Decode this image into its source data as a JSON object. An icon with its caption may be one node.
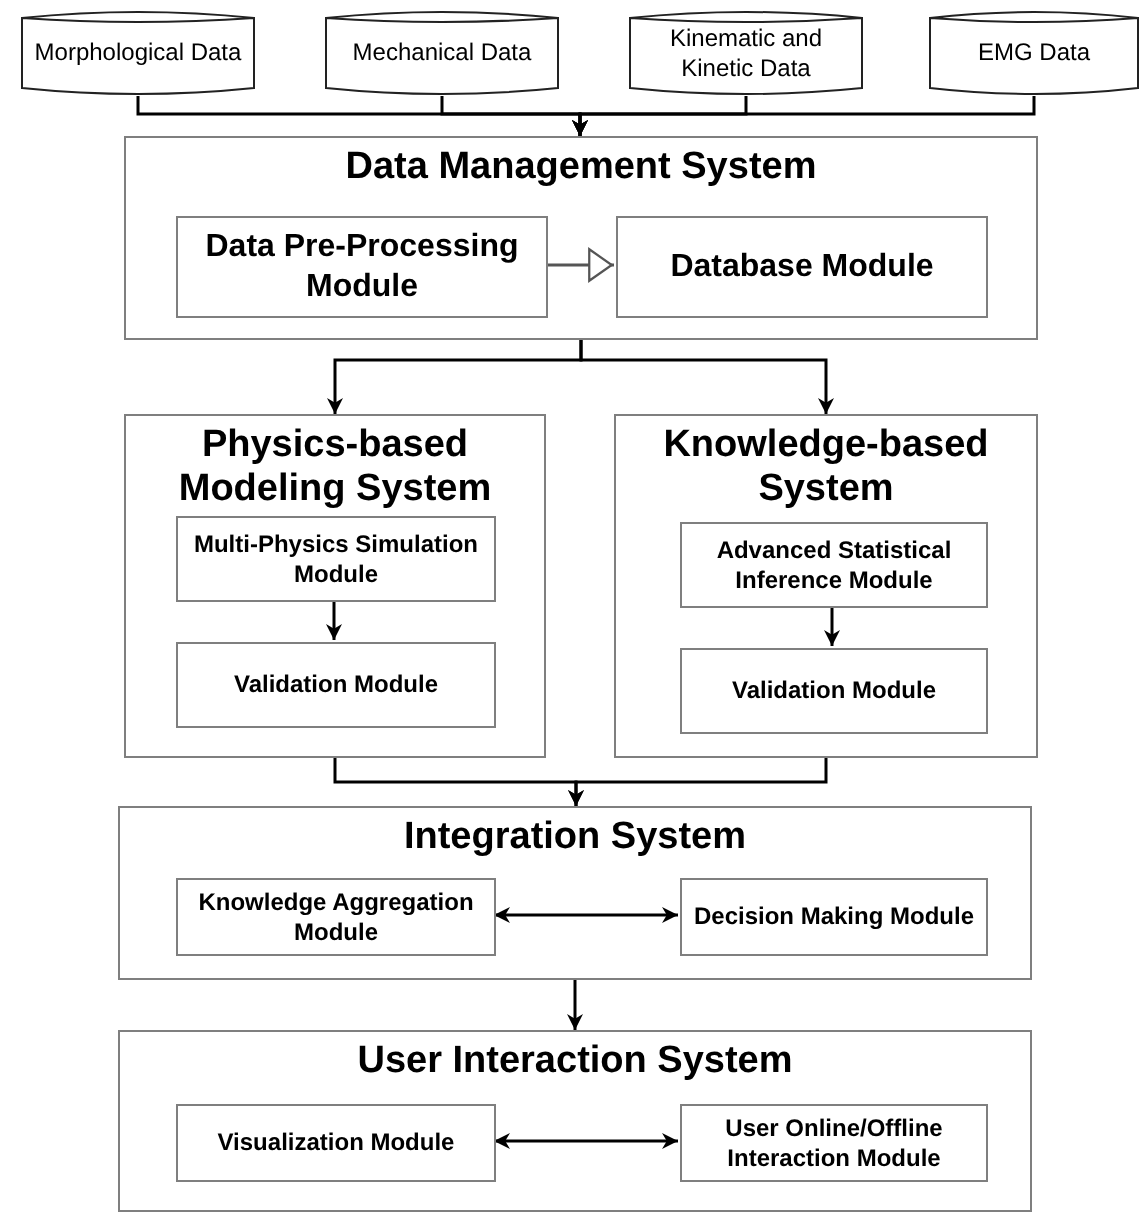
{
  "diagram": {
    "nodes": [
      {
        "text": [
          "Morphological Data"
        ]
      },
      {
        "text": [
          "Mechanical Data"
        ]
      },
      {
        "text": [
          "Kinematic and Kinetic Data"
        ]
      },
      {
        "text": [
          "EMG Data"
        ]
      },
      {
        "text": [
          "Data Management System"
        ]
      },
      {
        "text": [
          "Data Pre-Processing Module"
        ],
        "in": 4
      },
      {
        "text": [
          "Database Module"
        ],
        "in": 4
      },
      {
        "text": [
          "Physics-based Modeling System"
        ]
      },
      {
        "text": [
          "Multi-Physics Simulation Module"
        ],
        "in": 7
      },
      {
        "text": [
          "Validation Module"
        ],
        "in": 7
      },
      {
        "text": [
          "Knowledge-based System"
        ]
      },
      {
        "text": [
          "Advanced Statistical Inference Module"
        ],
        "in": 10
      },
      {
        "text": [
          "Validation Module"
        ],
        "in": 10
      },
      {
        "text": [
          "Integration System"
        ]
      },
      {
        "text": [
          "Knowledge Aggregation Module"
        ],
        "in": 13
      },
      {
        "text": [
          "Decision Making Module"
        ],
        "in": 13
      },
      {
        "text": [
          "User Interaction System"
        ]
      },
      {
        "text": [
          "Visualization Module"
        ],
        "in": 16
      },
      {
        "text": [
          "User Online/Offline Interaction Module"
        ],
        "in": 16
      }
    ],
    "edges": [
      {
        "from": 0,
        "to": 4,
        "arrow": "to"
      },
      {
        "from": 1,
        "to": 4,
        "arrow": "to"
      },
      {
        "from": 2,
        "to": 4,
        "arrow": "to"
      },
      {
        "from": 3,
        "to": 4,
        "arrow": "to"
      },
      {
        "from": 5,
        "to": 6,
        "arrow": "to"
      },
      {
        "from": 4,
        "to": 7,
        "arrow": "to"
      },
      {
        "from": 4,
        "to": 10,
        "arrow": "to"
      },
      {
        "from": 8,
        "to": 9,
        "arrow": "to"
      },
      {
        "from": 11,
        "to": 12,
        "arrow": "to"
      },
      {
        "from": 7,
        "to": 13,
        "arrow": "to"
      },
      {
        "from": 10,
        "to": 13,
        "arrow": "to"
      },
      {
        "from": 14,
        "to": 15,
        "arrow": "both"
      },
      {
        "from": 13,
        "to": 16,
        "arrow": "to"
      },
      {
        "from": 17,
        "to": 18,
        "arrow": "both"
      }
    ]
  }
}
